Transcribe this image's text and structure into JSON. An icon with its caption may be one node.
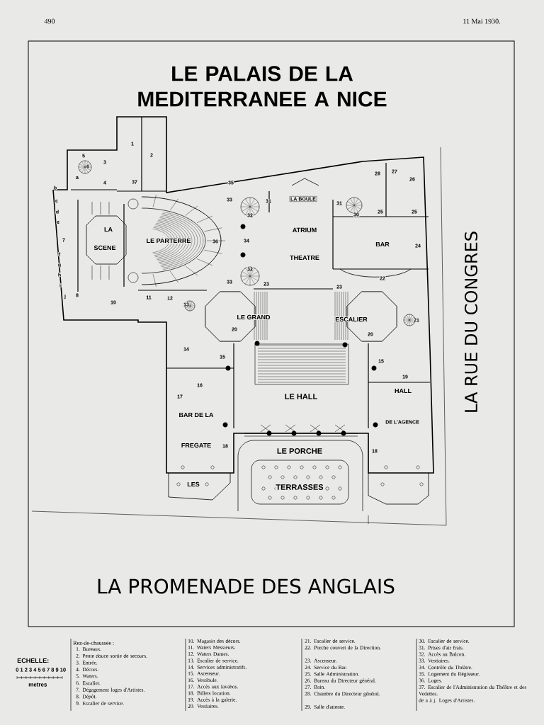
{
  "diagram": {
    "title": "LE PALAIS DE LA MEDITERRANEE A NICE",
    "labels": [
      "490",
      "11 Mai 1930.",
      "1",
      "5",
      "2",
      "6",
      "3",
      "a",
      "4",
      "37",
      "35",
      "28",
      "27",
      "26",
      "b",
      "c",
      "33",
      "31",
      "LA BOULE",
      "31",
      "d",
      "32",
      "30",
      "25",
      "25",
      "e",
      "LA",
      "ATRIUM",
      "7",
      "SCENE",
      "LE PARTERRE",
      "36",
      "34",
      "BAR",
      "24",
      "f",
      "THEATRE",
      "g",
      "h",
      "32",
      "22",
      "i",
      "33",
      "23",
      "23",
      "j",
      "8",
      "10",
      "11",
      "12",
      "13",
      "LE GRAND",
      "ESCALIER",
      "21",
      "20",
      "20",
      "14",
      "15",
      "15",
      "17",
      "16",
      "LE HALL",
      "HALL",
      "19",
      "BAR DE LA",
      "DE L'AGENCE",
      "FREGATE",
      "18",
      "LE PORCHE",
      "18",
      "LES",
      "TERRASSES",
      "LA RUE DU CONGRES",
      "LA PROMENADE DES ANGLAIS",
      "ECHELLE:",
      "0 1 2 3 4 5 6 7 8 9 10",
      "metres",
      "Rez-de-chaussée :",
      "1. Bureaux.",
      "2. Pente douce sortie de secours.",
      "3. Entrée.",
      "4. Décors.",
      "5. Waters.",
      "6. Escalier.",
      "7. Dégagement loges d'Artistes.",
      "8. Dépôt.",
      "9. Escalier de service.",
      "10. Magasin des décors.",
      "11. Waters Messieurs.",
      "12. Waters Dames.",
      "13. Escalier de service.",
      "14. Services administratifs.",
      "15. Ascenseur.",
      "16. Vestibule.",
      "17. Accès aux lavabos.",
      "18. Billets location.",
      "19. Accès à la galerie.",
      "20. Vestiaires.",
      "21. Escalier de service.",
      "22. Porche couvert de la Direction.",
      "23. Ascenseur.",
      "24. Service du Bar.",
      "25. Salle Administration.",
      "26. Bureau du Directeur général.",
      "27. Bain.",
      "28. Chambre du Directeur général.",
      "29. Salle d'attente.",
      "30. Escalier de service.",
      "31. Prises d'air frais.",
      "32. Accès au Balcon.",
      "33. Vestiaires.",
      "34. Contrôle du Théâtre.",
      "35. Logement du Régisseur.",
      "36. Loges.",
      "37. Escalier de l'Administration du Théâtre et des Vedettes.",
      "de a à j. Loges d'Artistes."
    ]
  }
}
